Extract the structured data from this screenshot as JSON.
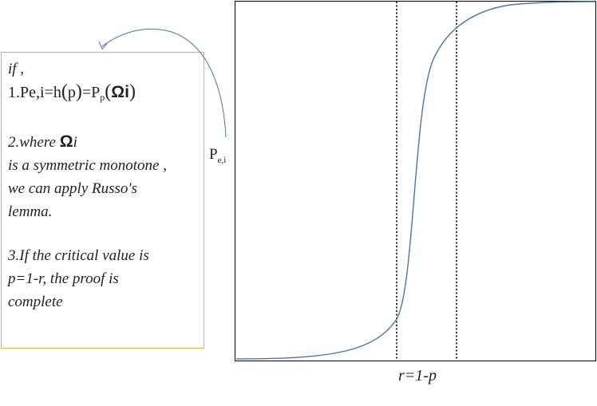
{
  "note": {
    "if_line": "if ,",
    "item1_prefix": "1.Pe,i=h",
    "item1_p": "p",
    "item1_eq": "=P",
    "item1_sub": "p",
    "item1_omega": "Ω",
    "item1_i": "i",
    "item2_prefix": "2.where",
    "item2_omega": "Ω",
    "item2_i": "i",
    "item2_line2": "is a symmetric monotone ,",
    "item2_line3": "we can apply Russo's",
    "item2_line4": "lemma.",
    "item3_line1": "3.If the critical value is",
    "item3_line2": "p=1-r, the proof is",
    "item3_line3": "complete"
  },
  "axis": {
    "y_main": "P",
    "y_sub": "e,i",
    "x_label": "r=1-p"
  },
  "colors": {
    "curve": "#4a76a8",
    "box_border": "#e5b53b",
    "frame": "#000000"
  }
}
